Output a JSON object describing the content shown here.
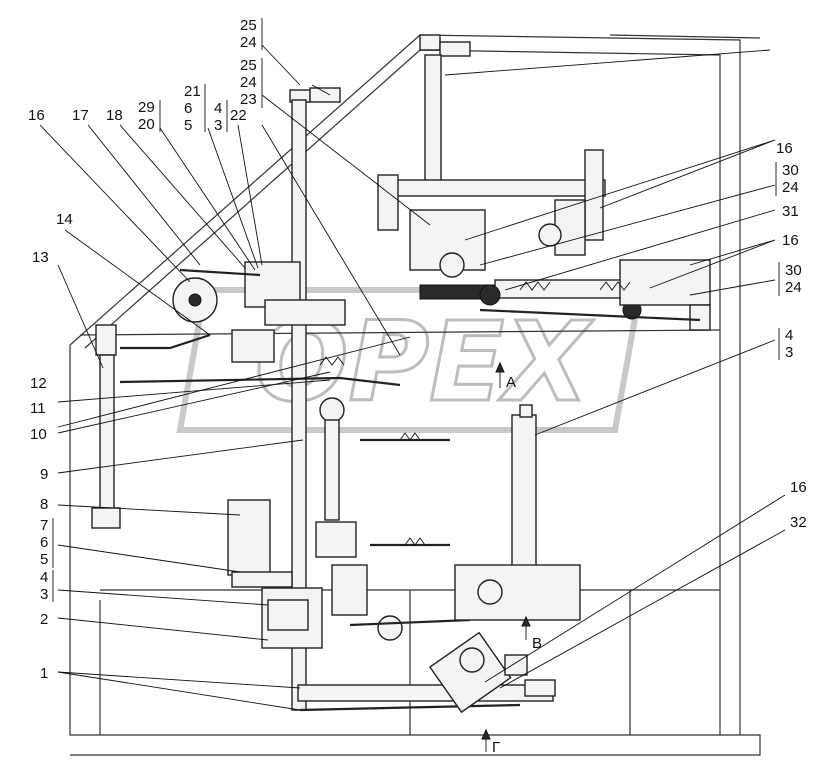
{
  "watermark": "OPEX",
  "view_markers": {
    "a": "A",
    "v": "В",
    "g": "Г"
  },
  "callouts": {
    "c1": "1",
    "c2": "2",
    "c3_4": "3",
    "c4_4": "4",
    "c5_7": "5",
    "c6_7": "6",
    "c7_7": "7",
    "c8": "8",
    "c9": "9",
    "c10": "10",
    "c11": "11",
    "c12": "12",
    "c13": "13",
    "c14": "14",
    "c16a": "16",
    "c17": "17",
    "c18": "18",
    "c29": "29",
    "c20": "20",
    "c21": "21",
    "c6b": "6",
    "c5b": "5",
    "c4b": "4",
    "c3b": "3",
    "c22": "22",
    "c25a": "25",
    "c24a": "24",
    "c25b": "25",
    "c24b": "24",
    "c23": "23",
    "c16b": "16",
    "c30a": "30",
    "c24c": "24",
    "c31": "31",
    "c16c": "16",
    "c30b": "30",
    "c24d": "24",
    "c4c": "4",
    "c3c": "3",
    "c16d": "16",
    "c32": "32"
  }
}
